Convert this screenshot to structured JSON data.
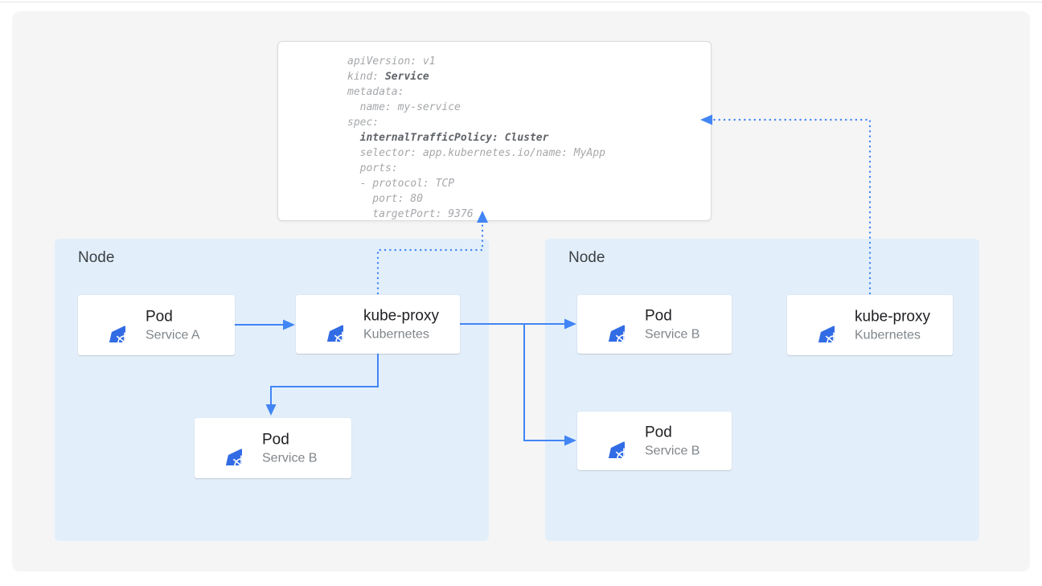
{
  "manifest": {
    "lines": [
      [
        {
          "t": "apiVersion: v1"
        }
      ],
      [
        {
          "t": "kind: "
        },
        {
          "t": "Service",
          "b": true
        }
      ],
      [
        {
          "t": "metadata:"
        }
      ],
      [
        {
          "t": "  name: my-service"
        }
      ],
      [
        {
          "t": "spec:"
        }
      ],
      [
        {
          "t": "  "
        },
        {
          "t": "internalTrafficPolicy: Cluster",
          "b": true
        }
      ],
      [
        {
          "t": "  selector: app.kubernetes.io/name: MyApp"
        }
      ],
      [
        {
          "t": "  ports:"
        }
      ],
      [
        {
          "t": "  - protocol: TCP"
        }
      ],
      [
        {
          "t": "    port: 80"
        }
      ],
      [
        {
          "t": "    targetPort: 9376"
        }
      ]
    ]
  },
  "nodes": [
    {
      "label": "Node"
    },
    {
      "label": "Node"
    }
  ],
  "cards": [
    {
      "id": "pod-service-a",
      "title": "Pod",
      "subtitle": "Service A",
      "icon": "kubernetes-icon"
    },
    {
      "id": "kube-proxy-left",
      "title": "kube-proxy",
      "subtitle": "Kubernetes",
      "icon": "kubernetes-icon"
    },
    {
      "id": "pod-service-b-left",
      "title": "Pod",
      "subtitle": "Service B",
      "icon": "kubernetes-icon"
    },
    {
      "id": "pod-service-b-right-top",
      "title": "Pod",
      "subtitle": "Service B",
      "icon": "kubernetes-icon"
    },
    {
      "id": "pod-service-b-right-bottom",
      "title": "Pod",
      "subtitle": "Service B",
      "icon": "kubernetes-icon"
    },
    {
      "id": "kube-proxy-right",
      "title": "kube-proxy",
      "subtitle": "Kubernetes",
      "icon": "kubernetes-icon"
    }
  ],
  "edges": [
    {
      "from": "pod-service-a",
      "to": "kube-proxy-left",
      "style": "solid"
    },
    {
      "from": "kube-proxy-left",
      "to": "pod-service-b-left",
      "style": "solid"
    },
    {
      "from": "kube-proxy-left",
      "to": "pod-service-b-right-top",
      "style": "solid"
    },
    {
      "from": "kube-proxy-left",
      "to": "pod-service-b-right-bottom",
      "style": "solid"
    },
    {
      "from": "kube-proxy-left",
      "to": "service-manifest",
      "style": "dotted"
    },
    {
      "from": "kube-proxy-right",
      "to": "service-manifest",
      "style": "dotted"
    }
  ],
  "colors": {
    "arrow_blue": "#4285f4",
    "kubernetes_blue": "#326ce5",
    "node_background": "#e2effb",
    "panel_background": "#f5f5f6",
    "card_background": "#ffffff",
    "card_title": "#202124",
    "card_subtitle": "#80868b",
    "node_label": "#3c4043",
    "code_text": "#a5a7aa",
    "code_bold": "#5f6368"
  }
}
